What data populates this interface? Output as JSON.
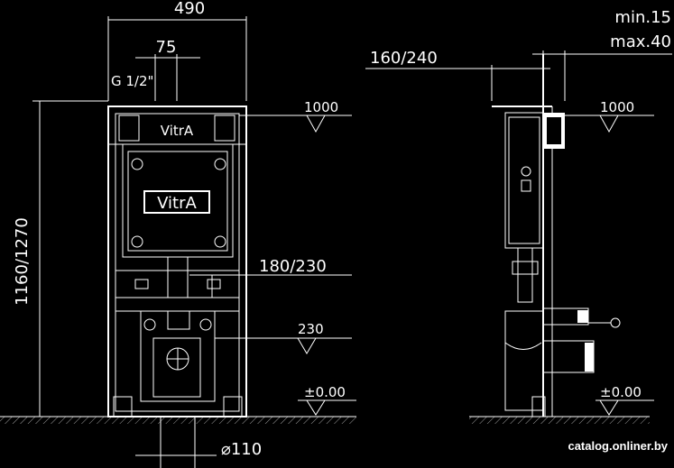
{
  "front_view": {
    "width_label": "490",
    "pipe_offset_label": "75",
    "pipe_size_label": "G 1/2\"",
    "height_label": "1160/1270",
    "button_height_label": "1000",
    "mount_label": "180/230",
    "drain_height_label": "230",
    "floor_label": "±0.00",
    "outlet_label": "⌀110",
    "brand_top": "VitrA",
    "brand_plate": "VitrA"
  },
  "side_view": {
    "wall_min_label": "min.15",
    "wall_max_label": "max.40",
    "depth_label": "160/240",
    "button_height_label": "1000",
    "floor_label": "±0.00"
  },
  "watermark": "catalog.onliner.by"
}
